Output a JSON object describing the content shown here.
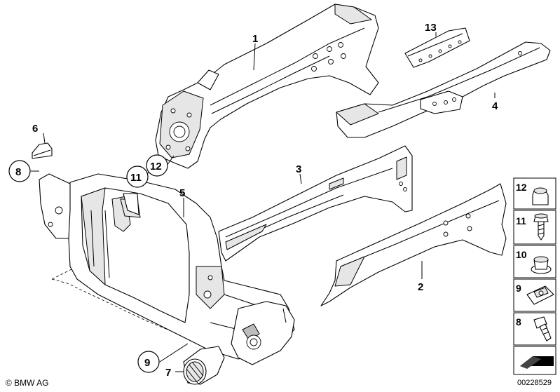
{
  "labels": {
    "p1": "1",
    "p2": "2",
    "p3": "3",
    "p4": "4",
    "p5": "5",
    "p6": "6",
    "p7": "7",
    "p8": "8",
    "p9": "9",
    "p11": "11",
    "p12": "12",
    "p13": "13"
  },
  "side_panel": {
    "items": [
      "12",
      "11",
      "10",
      "9",
      "8"
    ]
  },
  "footer": {
    "copyright": "© BMW AG",
    "doc_number": "00228529"
  }
}
